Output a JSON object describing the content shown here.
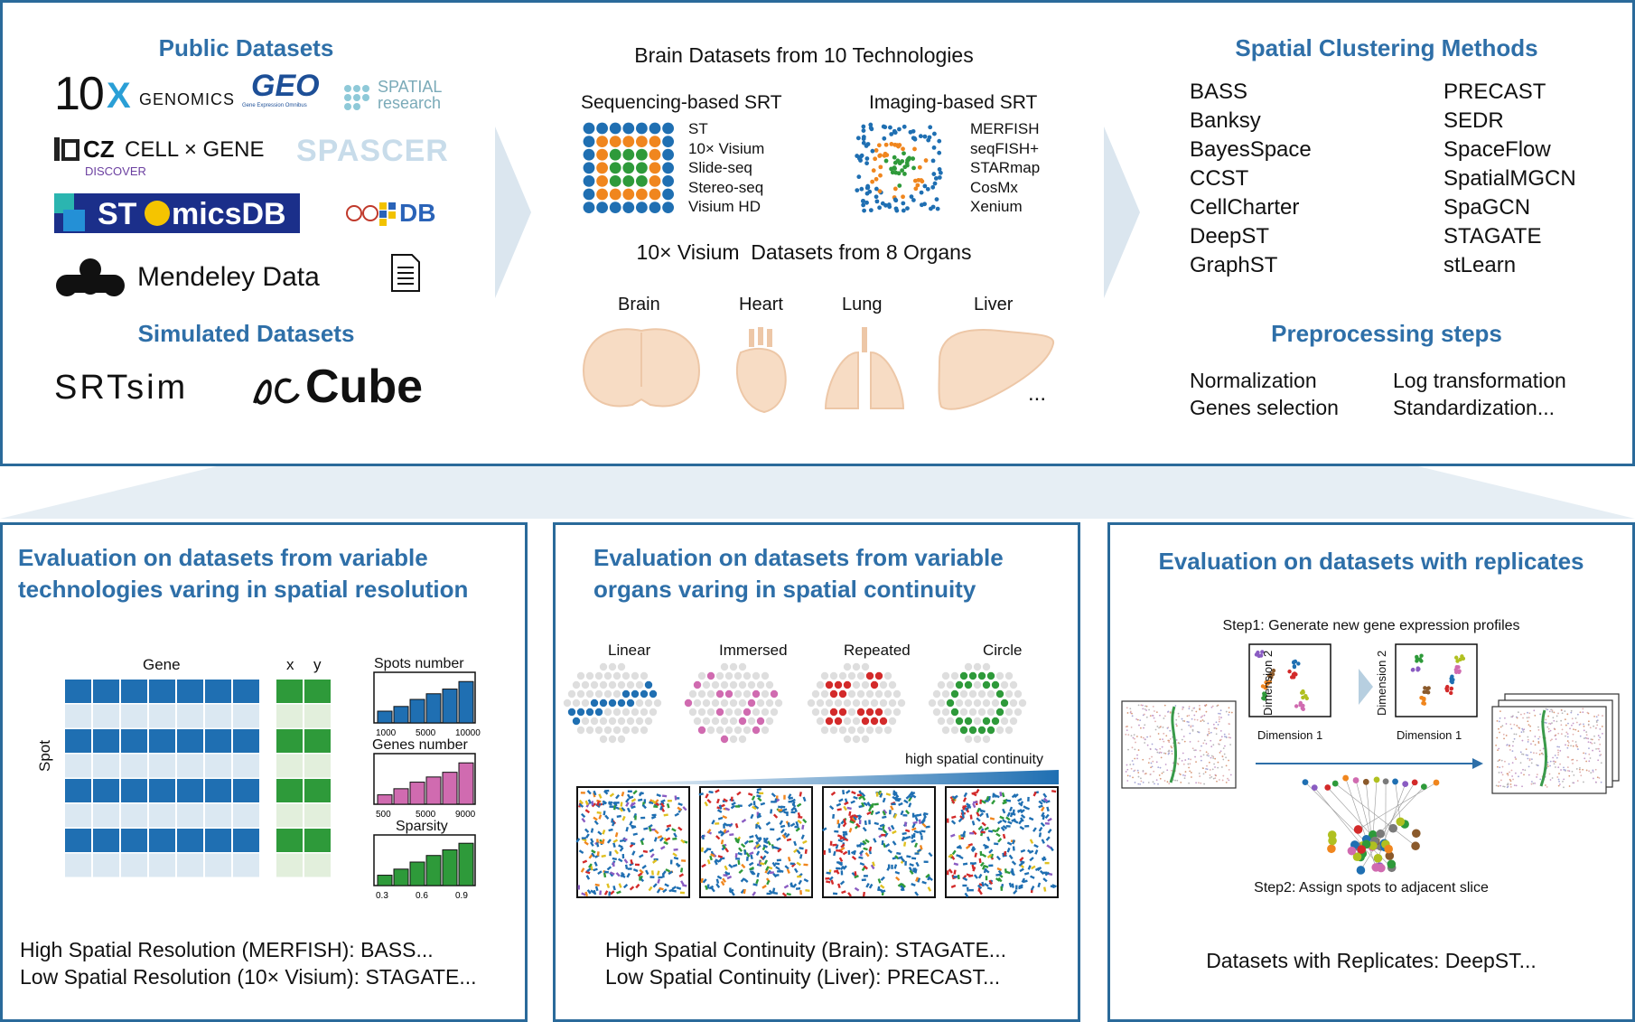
{
  "top": {
    "public_title": "Public Datasets",
    "logos": {
      "tenx_digits": "10",
      "tenx_x": "X",
      "tenx_word": "GENOMICS",
      "geo": "GEO",
      "geo_sub": "Gene Expression Omnibus",
      "spatial_line1": "SPATIAL",
      "spatial_line2": "research",
      "cz_word": "CZ",
      "cellxgene": "CELL × GENE",
      "cellxgene_sub": "DISCOVER",
      "spascer": "SPASCER",
      "stomics": "ST",
      "stomics_tail": "micsDB",
      "sodb": "DB",
      "mendeley": "Mendeley Data"
    },
    "simulated_title": "Simulated Datasets",
    "srtsim": "SRTsim",
    "sccube": "Cube",
    "brain_title": "Brain Datasets from 10 Technologies",
    "seq_title": "Sequencing-based SRT",
    "seq_items": [
      "ST",
      "10× Visium",
      "Slide-seq",
      "Stereo-seq",
      "Visium HD"
    ],
    "img_title": "Imaging-based SRT",
    "img_items": [
      "MERFISH",
      "seqFISH+",
      "STARmap",
      "CosMx",
      "Xenium"
    ],
    "organs_title": "10× Visium  Datasets from 8 Organs",
    "organs": [
      "Brain",
      "Heart",
      "Lung",
      "Liver"
    ],
    "organs_more": "...",
    "methods_title": "Spatial Clustering Methods",
    "methods_col1": [
      "BASS",
      "Banksy",
      "BayesSpace",
      "CCST",
      "CellCharter",
      "DeepST",
      "GraphST"
    ],
    "methods_col2": [
      "PRECAST",
      "SEDR",
      "SpaceFlow",
      "SpatialMGCN",
      "SpaGCN",
      "STAGATE",
      "stLearn"
    ],
    "prep_title": "Preprocessing steps",
    "prep_col1": [
      "Normalization",
      "Genes selection"
    ],
    "prep_col2": [
      "Log transformation",
      "Standardization..."
    ]
  },
  "panel1": {
    "title_line1": "Evaluation on datasets from variable",
    "title_line2": "technologies varing in spatial resolution",
    "gene_label": "Gene",
    "x_label": "x",
    "y_label": "y",
    "spot_label": "Spot",
    "mini_charts": [
      {
        "title": "Spots number",
        "ticks": [
          "1000",
          "5000",
          "10000"
        ],
        "values": [
          0.25,
          0.35,
          0.5,
          0.62,
          0.72,
          0.88
        ],
        "color": "#1f6fb2"
      },
      {
        "title": "Genes number",
        "ticks": [
          "500",
          "5000",
          "9000"
        ],
        "values": [
          0.2,
          0.33,
          0.47,
          0.58,
          0.68,
          0.88
        ],
        "color": "#d06bb0"
      },
      {
        "title": "Sparsity",
        "ticks": [
          "0.3",
          "0.6",
          "0.9"
        ],
        "values": [
          0.22,
          0.35,
          0.5,
          0.64,
          0.76,
          0.9
        ],
        "color": "#2e9a3a"
      }
    ],
    "line1": "High Spatial Resolution (MERFISH): BASS...",
    "line2": "Low Spatial Resolution (10× Visium): STAGATE..."
  },
  "panel2": {
    "title_line1": "Evaluation on datasets from variable",
    "title_line2": "organs varing in spatial continuity",
    "patterns": [
      "Linear",
      "Immersed",
      "Repeated",
      "Circle"
    ],
    "continuity_label": "high spatial continuity",
    "line1": "High Spatial Continuity (Brain): STAGATE...",
    "line2": "Low Spatial Continuity (Liver): PRECAST..."
  },
  "panel3": {
    "title": "Evaluation on datasets with replicates",
    "step1": "Step1: Generate new gene expression profiles",
    "dim2": "Dimension 2",
    "dim1": "Dimension 1",
    "step2": "Step2: Assign spots to adjacent slice",
    "line": "Datasets with Replicates: DeepST..."
  },
  "colors": {
    "frame": "#2a6a9a",
    "title_blue": "#2e6fa8",
    "grid_blue": "#1f6fb2",
    "grid_light": "#dbe8f2",
    "grid_green": "#2e9a3a",
    "grid_light_green": "#e2efdc",
    "orange": "#f0861e",
    "pink": "#d06bb0",
    "red": "#d32a2a",
    "organ": "#f7dcc4"
  }
}
